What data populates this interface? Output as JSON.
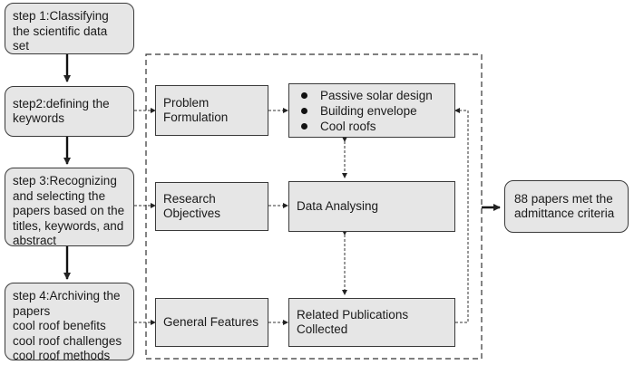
{
  "steps": {
    "step1": "step 1:Classifying the scientific data set",
    "step2": "step2:defining the keywords",
    "step3": "step 3:Recognizing and selecting the papers based on the titles, keywords, and abstract",
    "step4_lines": [
      "step 4:Archiving the papers",
      "cool roof benefits",
      "cool roof challenges",
      "cool roof methods"
    ]
  },
  "framework": {
    "problem_formulation": "Problem Formulation",
    "research_objectives": "Research Objectives",
    "general_features": "General Features",
    "topics": [
      "Passive solar design",
      "Building envelope",
      "Cool roofs"
    ],
    "data_analysing": "Data Analysing",
    "related_publications": "Related Publications Collected"
  },
  "result": {
    "label": "88 papers met the admittance criteria"
  },
  "colors": {
    "box_fill": "#e6e6e6",
    "border": "#3a3a3a",
    "line": "#222222"
  }
}
